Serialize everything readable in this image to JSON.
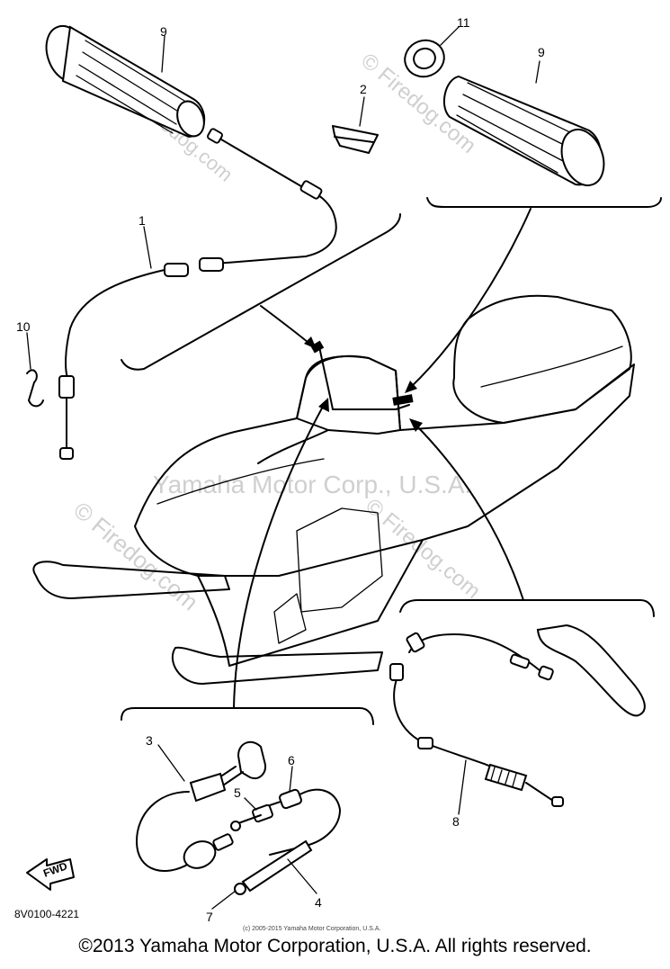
{
  "watermarks": {
    "center": "Yamaha Motor Corp., U.S.A.",
    "diagonal": "© Firedog.com"
  },
  "callouts": {
    "c1": "1",
    "c2": "2",
    "c3": "3",
    "c4": "4",
    "c5": "5",
    "c6": "6",
    "c7": "7",
    "c8": "8",
    "c9_left": "9",
    "c9_right": "9",
    "c10": "10",
    "c11": "11"
  },
  "fwd_label": "FWD",
  "diagram_code": "8V0100-4221",
  "small_copyright": "(c) 2005-2015 Yamaha Motor Corporation, U.S.A.",
  "footer_copyright": "©2013 Yamaha Motor Corporation, U.S.A. All rights reserved."
}
